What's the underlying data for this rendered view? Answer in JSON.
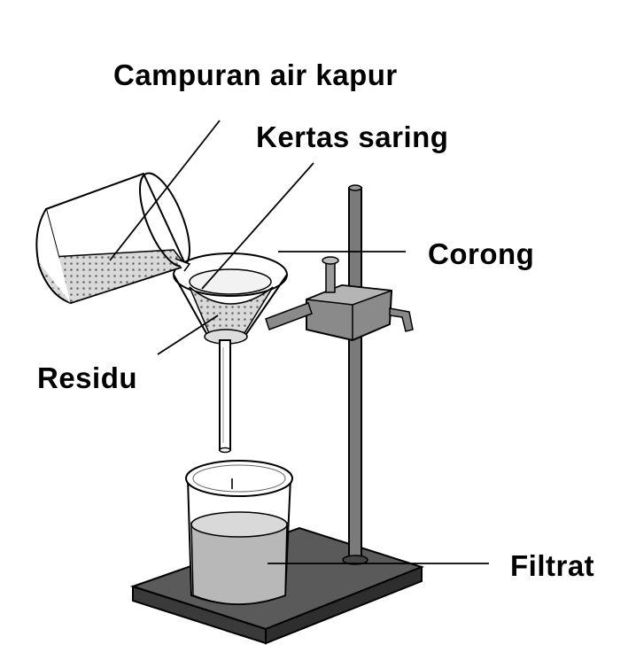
{
  "labels": {
    "mixture": "Campuran air kapur",
    "filter_paper": "Kertas saring",
    "funnel": "Corong",
    "residue": "Residu",
    "filtrate": "Filtrat"
  },
  "colors": {
    "ink": "#000000",
    "liquid_fill": "#c8c8c8",
    "filtrate_fill": "#b4b4b4",
    "base_fill": "#555555",
    "background": "#ffffff"
  }
}
